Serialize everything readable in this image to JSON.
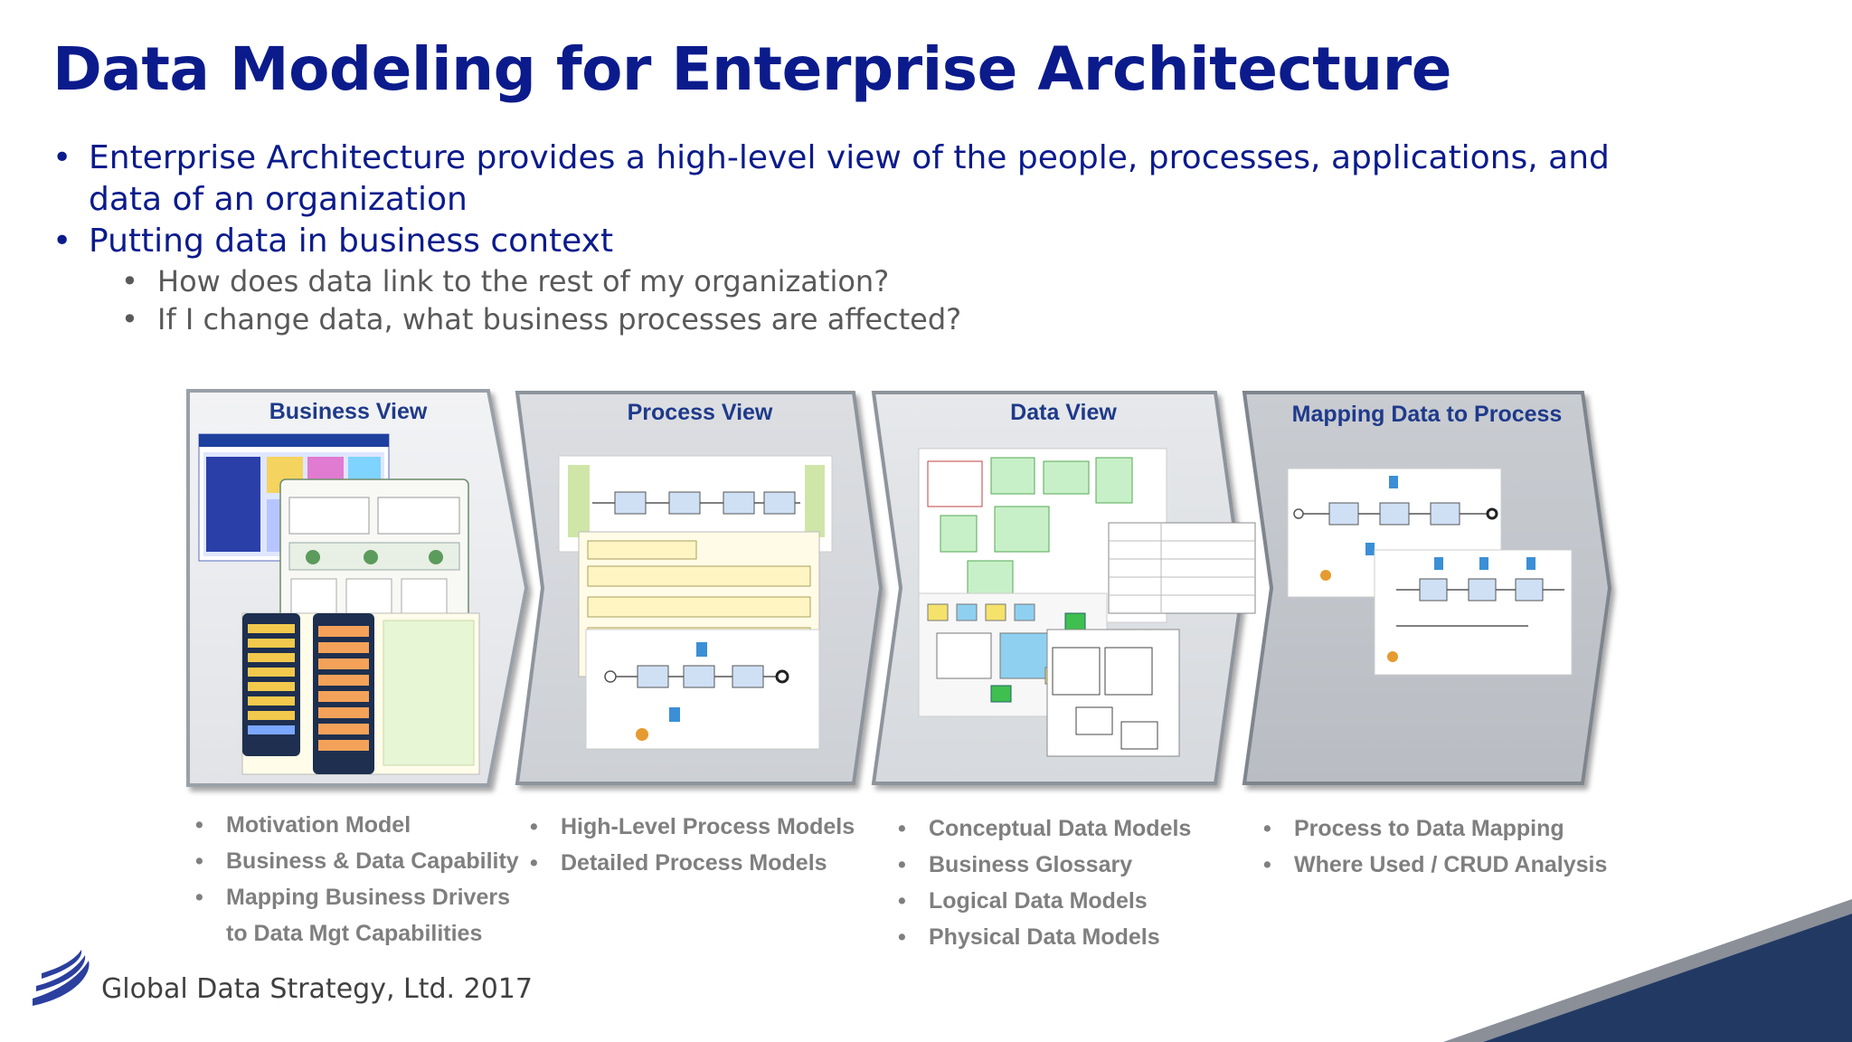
{
  "title": "Data Modeling for Enterprise Architecture",
  "bullets": [
    {
      "text": "Enterprise Architecture provides a high-level view of the people, processes, applications, and data of an organization"
    },
    {
      "text": "Putting data in business context"
    }
  ],
  "sub_bullets": [
    {
      "text": "How does data link to the rest of my organization?"
    },
    {
      "text": "If I change data, what business processes are affected?"
    }
  ],
  "bullet_glyph": "•",
  "panels": [
    {
      "title": "Business View",
      "items": [
        "Motivation Model",
        "Business & Data Capability",
        "Mapping Business Drivers",
        "to Data Mgt Capabilities"
      ]
    },
    {
      "title": "Process View",
      "items": [
        "High-Level Process Models",
        "Detailed Process Models"
      ]
    },
    {
      "title": "Data View",
      "items": [
        "Conceptual Data Models",
        "Business Glossary",
        "Logical Data Models",
        "Physical Data Models"
      ]
    },
    {
      "title": "Mapping Data to Process",
      "items": [
        "Process to Data Mapping",
        "Where Used / CRUD Analysis"
      ]
    }
  ],
  "footer": {
    "text": "Global Data Strategy, Ltd. 2017",
    "logo_icon": "swoosh-logo-icon"
  },
  "colors": {
    "title": "#0b1b8c",
    "bullet": "#0b1b8c",
    "sub_bullet": "#595959",
    "panel_title": "#1f3a8a",
    "accent": "#223a63",
    "accent_gray": "#8a8f98"
  }
}
